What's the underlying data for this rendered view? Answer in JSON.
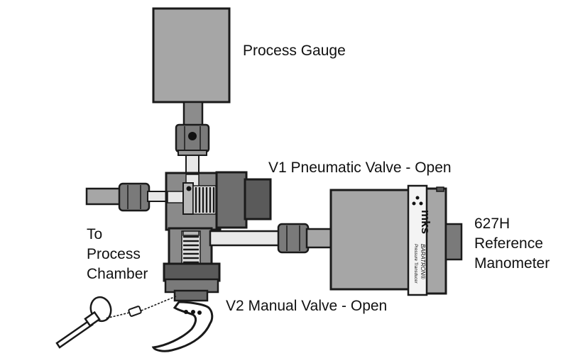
{
  "labels": {
    "process_gauge": "Process Gauge",
    "v1_valve": "V1 Pneumatic Valve - Open",
    "to": "To",
    "process": "Process",
    "chamber": "Chamber",
    "v2_valve": "V2 Manual Valve - Open",
    "model": "627H",
    "reference": "Reference",
    "manometer": "Manometer"
  },
  "manometer_brand": {
    "logo": "mks",
    "product": "BARATRON®",
    "subtitle": "Pressure Transducer"
  },
  "colors": {
    "outline": "#1a1a1a",
    "body_gray": "#a6a6a6",
    "dark_gray": "#6e6e6e",
    "light_gray": "#d0d0d0",
    "tube_light": "#e8e8e8"
  }
}
